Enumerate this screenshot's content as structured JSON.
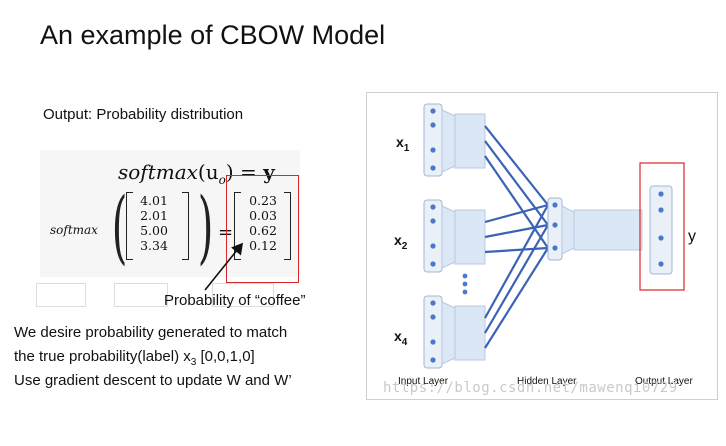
{
  "title": "An example of CBOW Model",
  "output_label": "Output: Probability distribution",
  "formula": {
    "fn": "softmax",
    "u_arg": "(u",
    "u_sub": "o",
    "equals": ") = ",
    "y": "y",
    "input_vector": [
      "4.01",
      "2.01",
      "5.00",
      "3.34"
    ],
    "output_vector": [
      "0.23",
      "0.03",
      "0.62",
      "0.12"
    ],
    "eq_sign": "="
  },
  "annotation": "Probability of “coffee”",
  "body_lines": {
    "line1": "We desire probability generated to match",
    "line2_text": "the true probability(label)   x",
    "line2_sub": "3",
    "line2_label": " [0,0,1,0]",
    "line3": "Use gradient descent to update W and W’"
  },
  "network": {
    "inputs": [
      {
        "base": "x",
        "sub": "1"
      },
      {
        "base": "x",
        "sub": "2"
      },
      {
        "base": "x",
        "sub": "4"
      }
    ],
    "output_label": "y",
    "layer_labels": [
      "Input Layer",
      "Hidden Layer",
      "Output Layer"
    ],
    "colors": {
      "node": "#4a79c9",
      "layer_fill": "#dbe7f4",
      "edge": "#3b63b5",
      "highlight": "#d9262a"
    }
  },
  "watermark": "https://blog.csdn.net/mawenqi0729"
}
